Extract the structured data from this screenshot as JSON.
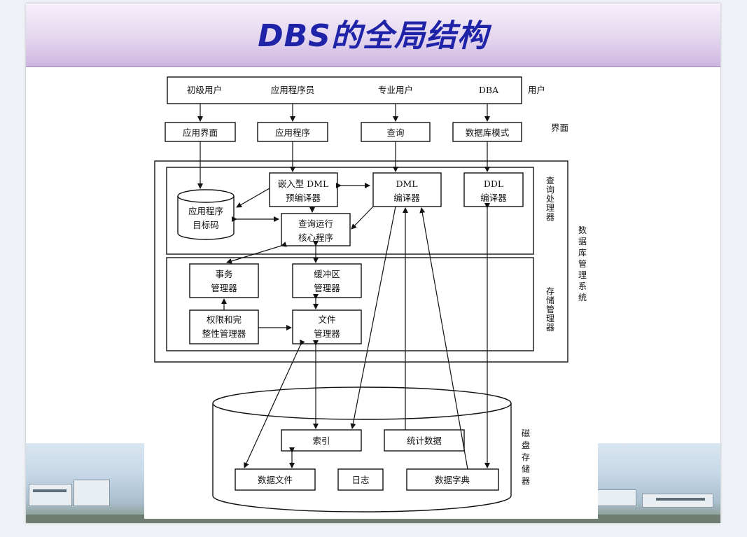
{
  "slide": {
    "title": "DBS的全局结构"
  },
  "diagram": {
    "users_row": [
      "初级用户",
      "应用程序员",
      "专业用户",
      "DBA"
    ],
    "users_label": "用户",
    "interface_boxes": [
      "应用界面",
      "应用程序",
      "查询",
      "数据库模式"
    ],
    "interface_label": "界面",
    "query_processor": {
      "embedded_dml_line1": "嵌入型 DML",
      "embedded_dml_line2": "预编译器",
      "dml_line1": "DML",
      "dml_line2": "编译器",
      "ddl_line1": "DDL",
      "ddl_line2": "编译器",
      "app_object_line1": "应用程序",
      "app_object_line2": "目标码",
      "core_line1": "查询运行",
      "core_line2": "核心程序",
      "label_chars": [
        "查",
        "询",
        "处",
        "理",
        "器"
      ]
    },
    "storage_manager": {
      "tx_line1": "事务",
      "tx_line2": "管理器",
      "buffer_line1": "缓冲区",
      "buffer_line2": "管理器",
      "auth_line1": "权限和完",
      "auth_line2": "整性管理器",
      "file_line1": "文件",
      "file_line2": "管理器",
      "label_chars": [
        "存",
        "储",
        "管",
        "理",
        "器"
      ]
    },
    "dbms_label_chars": [
      "数",
      "据",
      "库",
      "管",
      "理",
      "系",
      "统"
    ],
    "disk": {
      "index": "索引",
      "stats": "统计数据",
      "data_file": "数据文件",
      "log": "日志",
      "dictionary": "数据字典",
      "label_chars": [
        "磁",
        "盘",
        "存",
        "储",
        "器"
      ]
    }
  }
}
